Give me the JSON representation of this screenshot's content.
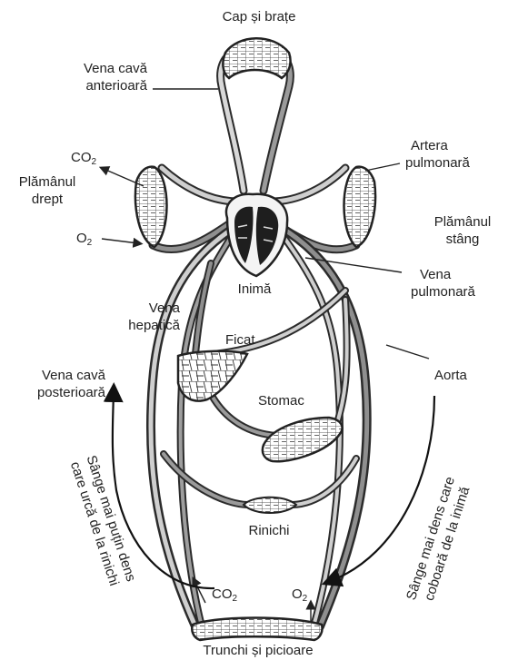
{
  "labels": {
    "cap_brate": "Cap și brațe",
    "vena_cava_ant_1": "Vena cavă",
    "vena_cava_ant_2": "anterioară",
    "co2_top": "CO",
    "co2_top_sub": "2",
    "plamanul_drept_1": "Plămânul",
    "plamanul_drept_2": "drept",
    "o2_left": "O",
    "o2_left_sub": "2",
    "artera_pulmonara_1": "Artera",
    "artera_pulmonara_2": "pulmonară",
    "plamanul_stang_1": "Plămânul",
    "plamanul_stang_2": "stâng",
    "inima": "Inimă",
    "vena_pulmonara_1": "Vena",
    "vena_pulmonara_2": "pulmonară",
    "vena_hepatica_1": "Vena",
    "vena_hepatica_2": "hepatică",
    "ficat": "Ficat",
    "vena_cava_post_1": "Vena cavă",
    "vena_cava_post_2": "posterioară",
    "aorta": "Aorta",
    "stomac": "Stomac",
    "sange_putin_dens_1": "Sânge mai puțin dens",
    "sange_putin_dens_2": "care urcă de la rinichi",
    "sange_dens_1": "Sânge mai dens care",
    "sange_dens_2": "coboară de la inimă",
    "rinichi": "Rinichi",
    "co2_bottom": "CO",
    "co2_bottom_sub": "2",
    "o2_bottom": "O",
    "o2_bottom_sub": "2",
    "trunchi_picioare": "Trunchi și picioare"
  },
  "colors": {
    "vessel_outline": "#2b2b2b",
    "vessel_fill": "#9a9a9a",
    "vessel_light": "#cfcfcf",
    "organ_grid": "#3a3a3a"
  }
}
